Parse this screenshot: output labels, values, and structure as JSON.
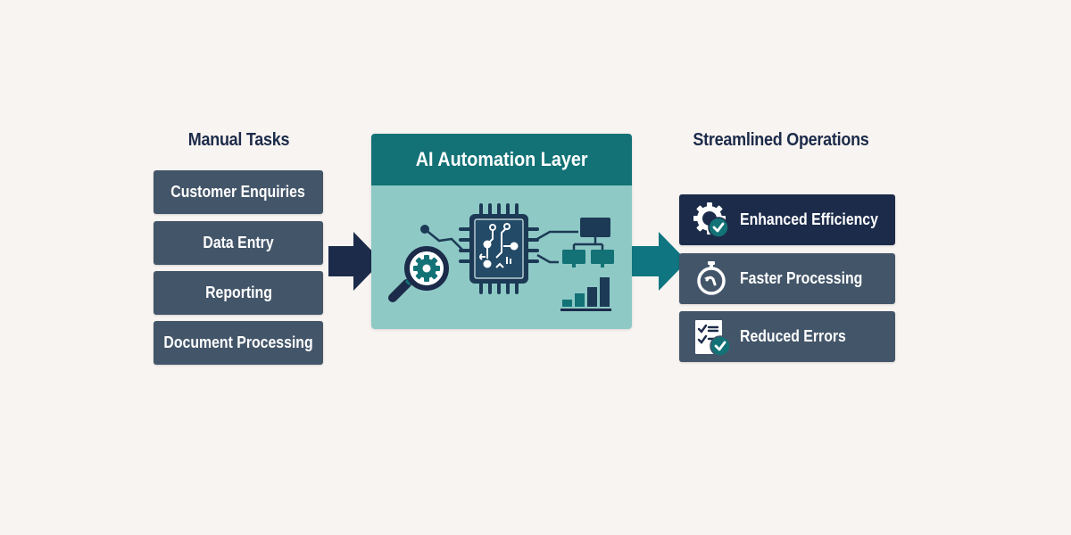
{
  "left_column": {
    "title": "Manual Tasks",
    "items": [
      {
        "label": "Customer Enquiries"
      },
      {
        "label": "Data Entry"
      },
      {
        "label": "Reporting"
      },
      {
        "label": "Document Processing"
      }
    ]
  },
  "center": {
    "title": "AI Automation Layer",
    "icons": [
      "magnifier-gear-icon",
      "circuit-chip-icon",
      "network-hierarchy-icon",
      "bar-chart-icon"
    ]
  },
  "right_column": {
    "title": "Streamlined Operations",
    "items": [
      {
        "label": "Enhanced Efficiency",
        "icon": "gear-check-icon",
        "highlight": true
      },
      {
        "label": "Faster Processing",
        "icon": "stopwatch-icon",
        "highlight": false
      },
      {
        "label": "Reduced Errors",
        "icon": "checklist-check-icon",
        "highlight": false
      }
    ]
  },
  "colors": {
    "background": "#f8f4f1",
    "navy": "#1c2b4a",
    "slate": "#435569",
    "teal_dark": "#137276",
    "teal_light": "#8ec9c6",
    "arrow_teal": "#0f7580"
  }
}
